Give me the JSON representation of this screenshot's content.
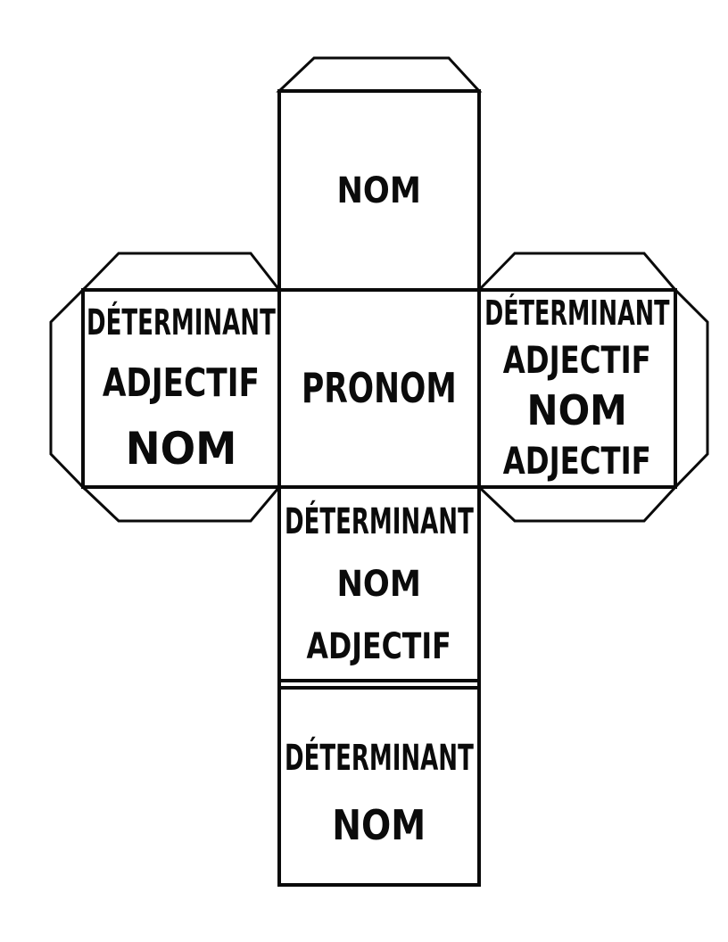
{
  "colors": {
    "paper": "#ffffff",
    "ink": "#0a0a0a"
  },
  "faces": {
    "top": {
      "lines": [
        "NOM"
      ]
    },
    "left": {
      "lines": [
        "DÉTERMINANT",
        "ADJECTIF",
        "NOM"
      ]
    },
    "center": {
      "lines": [
        "PRONOM"
      ]
    },
    "right": {
      "lines": [
        "DÉTERMINANT",
        "ADJECTIF",
        "NOM",
        "ADJECTIF"
      ]
    },
    "lower": {
      "lines": [
        "DÉTERMINANT",
        "NOM",
        "ADJECTIF"
      ]
    },
    "bottom": {
      "lines": [
        "DÉTERMINANT",
        "NOM"
      ]
    }
  },
  "tabs": [
    "glue-tab-top-face",
    "glue-tab-left-face-top",
    "glue-tab-left-face-side",
    "glue-tab-left-face-bottom",
    "glue-tab-right-face-top",
    "glue-tab-right-face-side",
    "glue-tab-right-face-bottom"
  ]
}
